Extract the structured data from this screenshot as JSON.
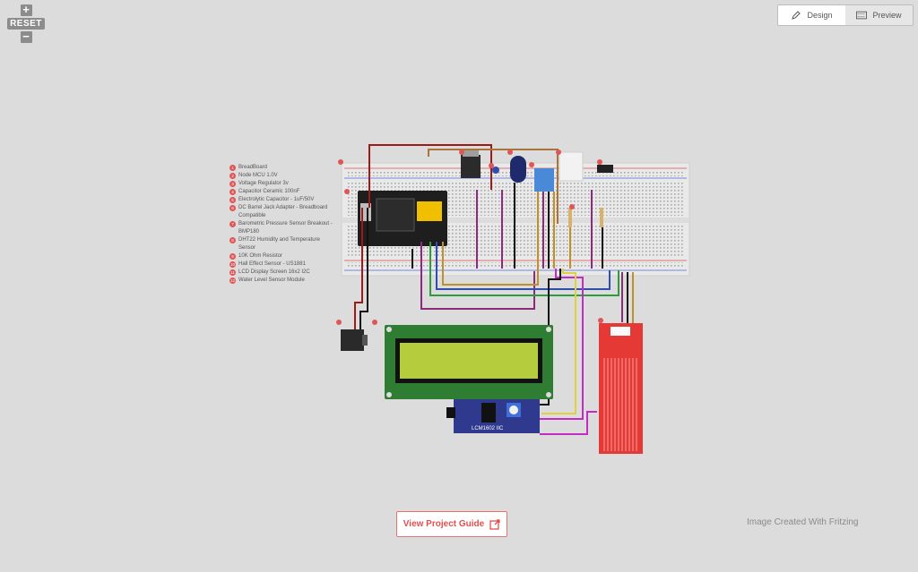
{
  "zoom": {
    "plus": "+",
    "reset": "RESET",
    "minus": "−"
  },
  "mode_toggle": {
    "design": "Design",
    "preview": "Preview",
    "active": "Preview"
  },
  "legend": {
    "items": [
      {
        "num": "1",
        "label": "BreadBoard"
      },
      {
        "num": "2",
        "label": "Node MCU 1.0V"
      },
      {
        "num": "3",
        "label": "Voltage Regulator 3v"
      },
      {
        "num": "4",
        "label": "Capacitor Ceramic 100nF"
      },
      {
        "num": "5",
        "label": "Electrolytic Capacitor - 1uF/50V"
      },
      {
        "num": "6",
        "label": "DC Barrel Jack Adapter - Breadboard Compatible"
      },
      {
        "num": "7",
        "label": "Barometric Pressure Sensor Breakout - BMP180"
      },
      {
        "num": "8",
        "label": "DHT22 Humidity and Temperature Sensor"
      },
      {
        "num": "9",
        "label": "10K Ohm Resistor"
      },
      {
        "num": "10",
        "label": "Hall Effect Sensor - US1881"
      },
      {
        "num": "11",
        "label": "LCD Display Screen 16x2 I2C"
      },
      {
        "num": "12",
        "label": "Water Level Sensor Module"
      }
    ]
  },
  "lcd_module_label": "LCM1602 IIC",
  "project_guide_label": "View Project Guide",
  "credit": "Image Created With Fritzing",
  "colors": {
    "accent": "#e05050",
    "breadboard": "#e8e8e8",
    "lcd_board": "#2e7d32",
    "lcd_screen": "#b5cc3c",
    "i2c_board": "#2f3a8f",
    "water_sensor": "#e53935"
  }
}
